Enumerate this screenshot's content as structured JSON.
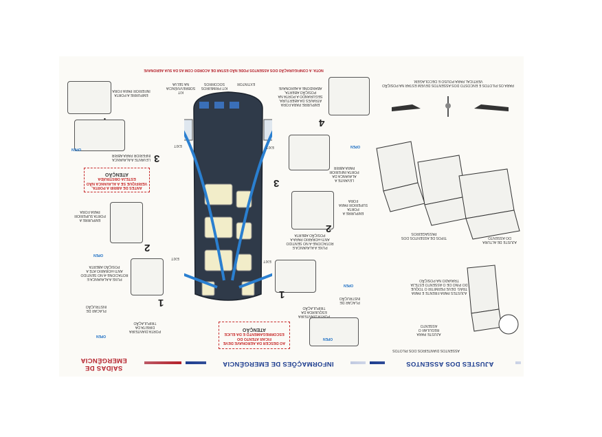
{
  "headers": {
    "seats": "AJUSTES DOS ASSENTOS",
    "emergency_info": "INFORMAÇÕES DE EMERGÊNCIA",
    "exits": "SAÍDAS DE EMERGÊNCIA"
  },
  "seat_panel": {
    "pilot_seats_label": "ASSENTOS DIANTEIROS DOS PILOTOS",
    "height_adjust": "AJUSTE DE ALTURA DO ASSENTO",
    "slide_adjust": "AJUSTE PARA REGULAR O ASSENTO",
    "front_adjust": "AJUSTES PARA FRENTE E PARA TRÁS: DEVE PERMITIR O TOQUE DO PINO DE O ASSENTO ESTEJA TRAVADO NA POSIÇÃO",
    "pax_types": "TIPOS DE ASSENTOS DOS PASSAGEIROS",
    "pilot_note": "PARA OS PILOTOS E ENCOSTO DOS ASSENTOS DEVEM ESTAR NA POSIÇÃO VERTICAL PARA POUSO E DECOLAGEM."
  },
  "note": "NOTA: A CONFIGURAÇÃO DOS ASSENTOS PODE NÃO ESTAR DE ACORDO COM AS DA SUA AERONAVE",
  "cabin_legend": [
    "EXTINTOR",
    "KIT PRIMEIROS SOCORROS",
    "KIT SOBREVIVÊNCIA NA SELVA"
  ],
  "exit_door_label": "EXIT",
  "open_label": "OPEN",
  "left_steps": {
    "s1_num": "1",
    "s1_text": "PUXE A ALAVANCA E ROTACIONE-A NO SENTIDO ANTI-HORÁRIO ATÉ A POSIÇÃO ABERTA",
    "s2_num": "2",
    "s2_text": "EMPURRE A PORTA SUPERIOR PARA FORA",
    "s3_num": "3",
    "s3_text": "LEVANTE A ALAVANCA INFERIOR PARA ABRIR",
    "s4_num": "4",
    "s4_text": "EMPURRE A PORTA INFERIOR PARA FORA",
    "placard": "PLACAR DE INSTRUÇÃO",
    "front_door": "PORTA DIANTEIRA DIREITA DA TRIPULAÇÃO"
  },
  "right_steps": {
    "s1_num": "1",
    "s1_text": "PUXE A ALAVANCA E ROTACIONE-A NO SENTIDO ANTI-HORÁRIO PARA A POSIÇÃO ABERTA",
    "s2_num": "2",
    "s2_text": "EMPURRE A PORTA SUPERIOR PARA FORA",
    "s3_num": "3",
    "s3_text": "LEVANTE A ALAVANCA DA PORTA INFERIOR PARA ABRIR",
    "s4_num": "4",
    "s4_text": "EMPURRE PARA FORA ATRAVÉS DA ABERTURA. SEGURANDO A PORTA NA POSIÇÃO ABERTA, ABANDONE A AERONAVE",
    "placard": "PLACAR DE INSTRUÇÃO",
    "front_door": "PORTA DIANTEIRA ESQUERDA DA TRIPULAÇÃO"
  },
  "warnings": {
    "left_title": "ATENÇÃO",
    "left_text": "ANTES DE ABRIR A PORTA, VERIFIQUE SE A ALAVANCA NÃO ESTEJA OBSTRUÍDA",
    "center_title": "ATENÇÃO",
    "center_text": "AO DESCER DA AERONAVE DEVE FICAR ATENTO DO ESCORREGAMENTO E DA ELICE"
  },
  "colors": {
    "brand_blue": "#1d3d8f",
    "brand_red": "#b4202a",
    "arrow_blue": "#2a7fd0",
    "cabin_floor": "#2f3a49"
  }
}
